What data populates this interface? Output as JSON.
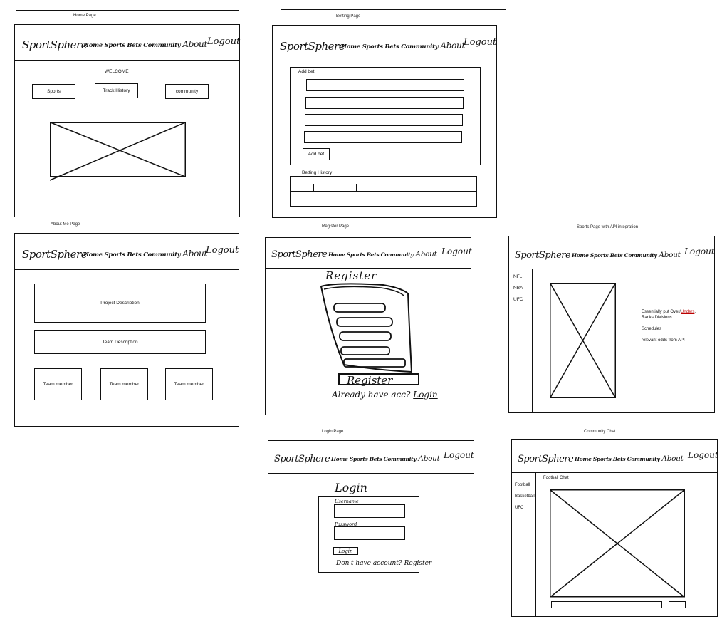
{
  "header": {
    "brand": "SportSphere",
    "nav": [
      "Home",
      "Sports",
      "Bets",
      "Community"
    ],
    "nav_last": "About",
    "logout": "Logout"
  },
  "home": {
    "caption": "Home Page",
    "welcome": "WELCOME",
    "buttons": [
      "Sports",
      "Track History",
      "community"
    ]
  },
  "betting": {
    "caption": "Betting Page",
    "form_title": "Add bet",
    "submit": "Add bet",
    "history_title": "Betting History"
  },
  "about": {
    "caption": "About Me Page",
    "project": "Project Description",
    "team": "Team Description",
    "member": "Team member"
  },
  "register": {
    "caption": "Register Page",
    "title": "Register",
    "button": "Register",
    "prompt": "Already have acc?",
    "link": "Login"
  },
  "sports": {
    "caption": "Sports Page with API integration",
    "sidebar": [
      "NFL",
      "NBA",
      "UFC"
    ],
    "note_prefix": "Essentially put Over/",
    "note_under": "Unders",
    "note_suffix": ",",
    "note_line2": "Ranks Divisions",
    "schedules": "Schedules",
    "odds": "relevant odds from API"
  },
  "login": {
    "caption": "Login Page",
    "title": "Login",
    "username": "Username",
    "password": "Password",
    "button": "Login",
    "prompt": "Don't have account?",
    "link": "Register"
  },
  "community": {
    "caption": "Community Chat",
    "sidebar": [
      "Football",
      "Basketball",
      "UFC"
    ],
    "chat_title": "Football Chat"
  }
}
